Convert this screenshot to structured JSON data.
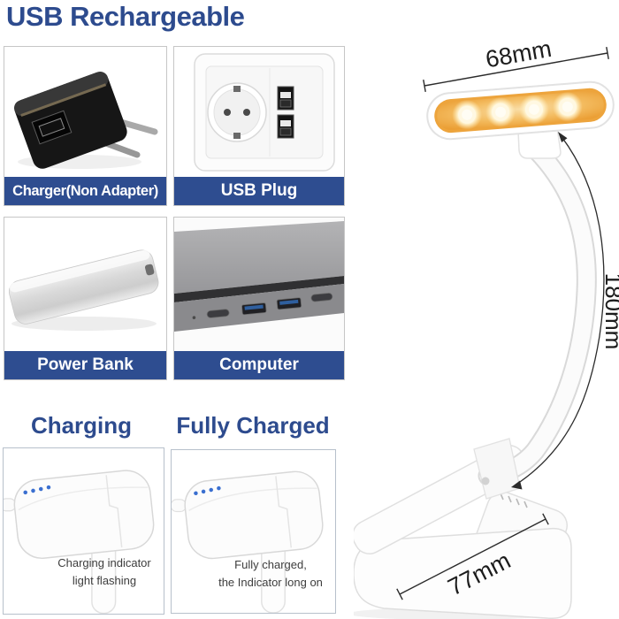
{
  "title": "USB Rechargeable",
  "panels": [
    {
      "label": "Charger(Non Adapter)",
      "image": "usb-wall-charger"
    },
    {
      "label": "USB Plug",
      "image": "wall-socket-with-usb-ports"
    },
    {
      "label": "Power Bank",
      "image": "silver-power-bank"
    },
    {
      "label": "Computer",
      "image": "laptop-usb-ports"
    }
  ],
  "charge_states": {
    "charging": {
      "heading": "Charging",
      "caption_line1": "Charging indicator",
      "caption_line2": "light flashing"
    },
    "fully_charged": {
      "heading": "Fully Charged",
      "caption_line1": "Fully charged,",
      "caption_line2": "the Indicator long on"
    }
  },
  "lamp": {
    "dim_head_width": "68mm",
    "dim_neck_length": "180mm",
    "dim_base_length": "77mm",
    "led_count": 4,
    "indicator_dot_count": 4
  },
  "colors": {
    "accent_blue": "#2d4b8e",
    "band_background": "#2e4d90",
    "band_text": "#ffffff",
    "caption_text": "#3d3d3d",
    "dimension_text": "#1c1c1c",
    "lamp_glow_rim": "#eda43c",
    "lamp_glow_center": "#f9d99c",
    "led_core": "#fffdf2",
    "indicator_dot_blue": "#3a6fd0"
  }
}
